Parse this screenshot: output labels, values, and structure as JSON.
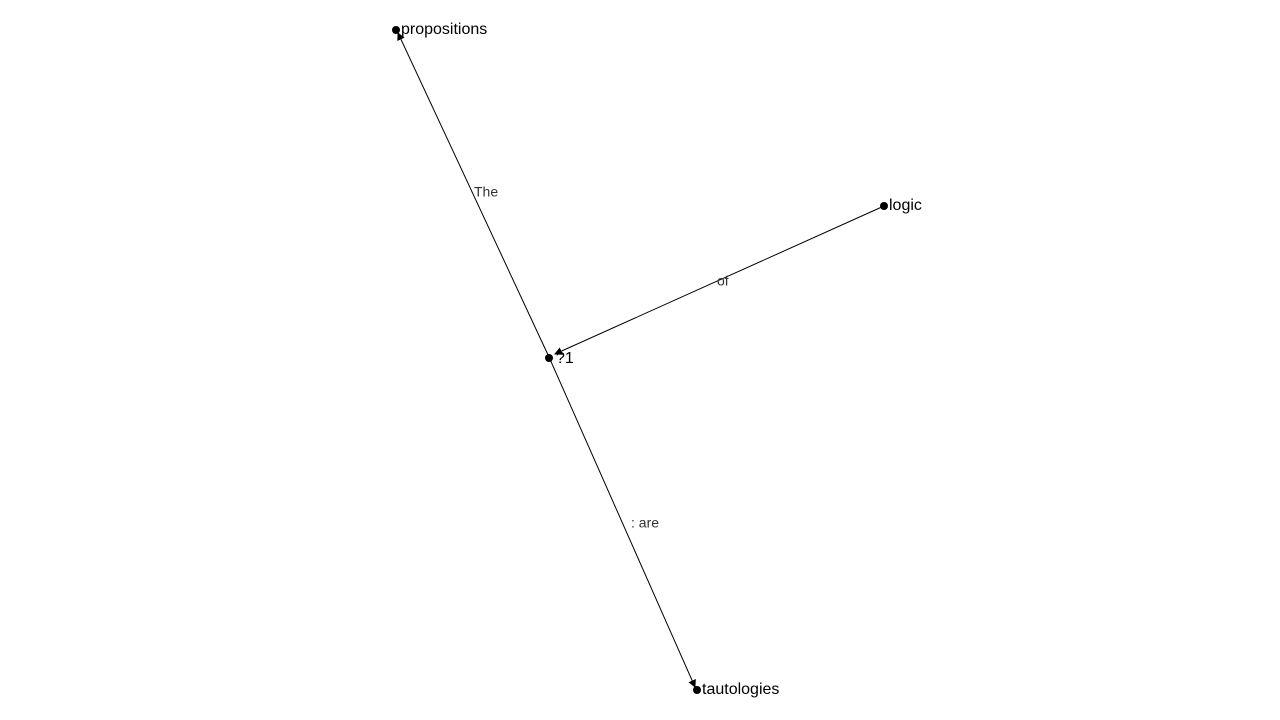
{
  "diagram": {
    "nodes": [
      {
        "id": "n-prop",
        "label": "propositions"
      },
      {
        "id": "n-logic",
        "label": "logic"
      },
      {
        "id": "n-q1",
        "label": "?1"
      },
      {
        "id": "n-taut",
        "label": "tautologies"
      }
    ],
    "edges": [
      {
        "from": "n-q1",
        "to": "n-prop",
        "label": "The"
      },
      {
        "from": "n-logic",
        "to": "n-q1",
        "label": "of"
      },
      {
        "from": "n-q1",
        "to": "n-taut",
        "label": ": are"
      }
    ]
  }
}
